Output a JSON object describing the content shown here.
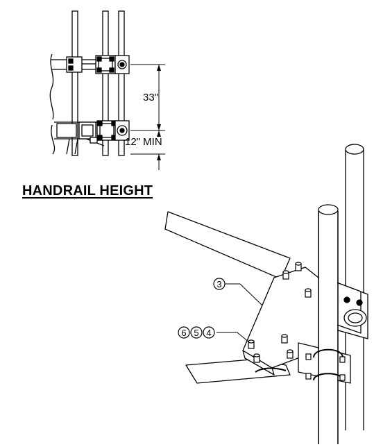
{
  "dimensions": {
    "upper_spacing": "33\"",
    "lower_clearance": "12\" MIN"
  },
  "heading": "HANDRAIL HEIGHT",
  "callouts": {
    "bracket_plate": "3",
    "hardware_a": "6",
    "hardware_b": "5",
    "hardware_c": "4"
  }
}
